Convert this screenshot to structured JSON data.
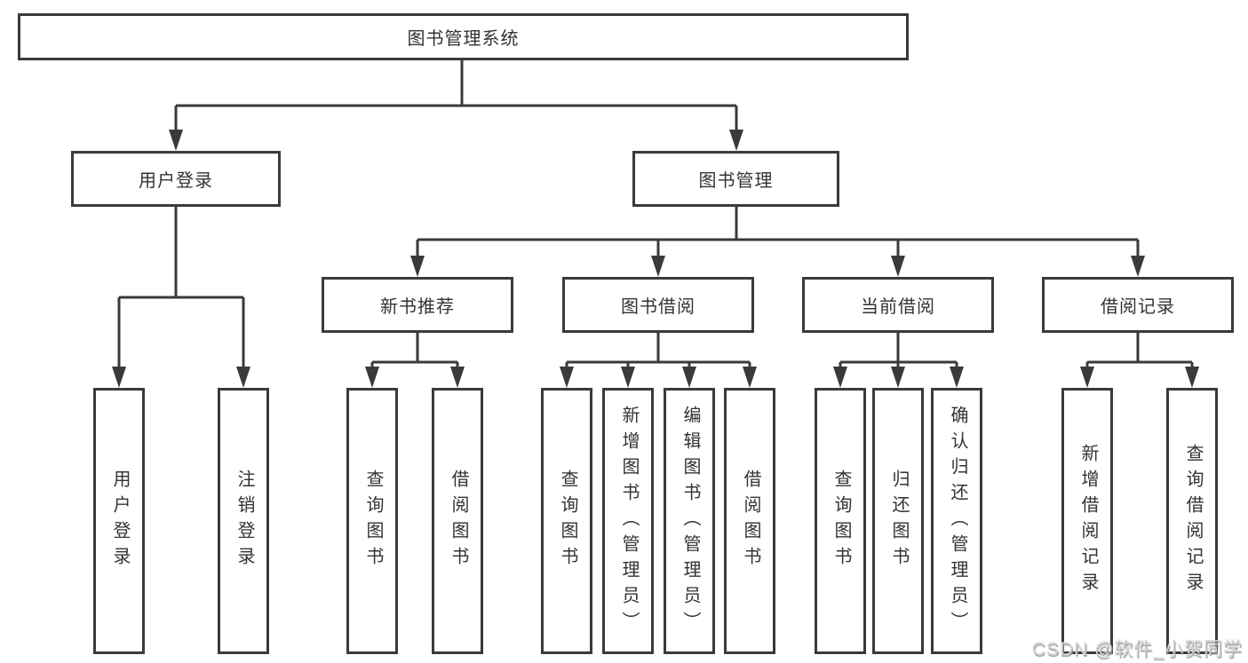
{
  "diagram": {
    "title": "图书管理系统",
    "level2": [
      "用户登录",
      "图书管理"
    ],
    "level3": [
      "新书推荐",
      "图书借阅",
      "当前借阅",
      "借阅记录"
    ],
    "leaves": {
      "login": [
        "用户登录",
        "注销登录"
      ],
      "recommend": [
        "查询图书",
        "借阅图书"
      ],
      "borrow": [
        "查询图书",
        "新增图书（管理员）",
        "编辑图书（管理员）",
        "借阅图书"
      ],
      "current": [
        "查询图书",
        "归还图书",
        "确认归还（管理员）"
      ],
      "records": [
        "新增借阅记录",
        "查询借阅记录"
      ]
    },
    "colors": {
      "line": "#3a3a3a",
      "text": "#333333",
      "box_background": "#ffffff",
      "watermark": "#d6d6d6"
    }
  },
  "watermark": {
    "text": "CSDN @软件_小贺同学"
  }
}
